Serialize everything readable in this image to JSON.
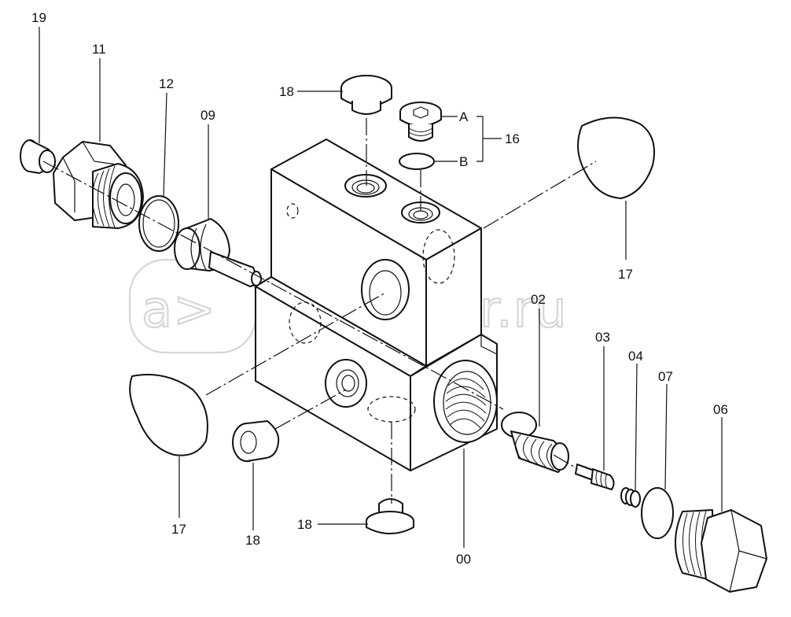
{
  "watermark": {
    "text": "autopiter.ru",
    "logo_text": "a>"
  },
  "labels": {
    "p19": "19",
    "p11": "11",
    "p12": "12",
    "p09": "09",
    "p18_top": "18",
    "pA": "A",
    "pB": "B",
    "p16": "16",
    "p17_right": "17",
    "p02": "02",
    "p03": "03",
    "p04": "04",
    "p07": "07",
    "p06": "06",
    "p17_left": "17",
    "p18_left": "18",
    "p18_bottom": "18",
    "p00": "00"
  },
  "colors": {
    "line": "#111111",
    "background": "#ffffff",
    "watermark": "#d6d6d6"
  }
}
